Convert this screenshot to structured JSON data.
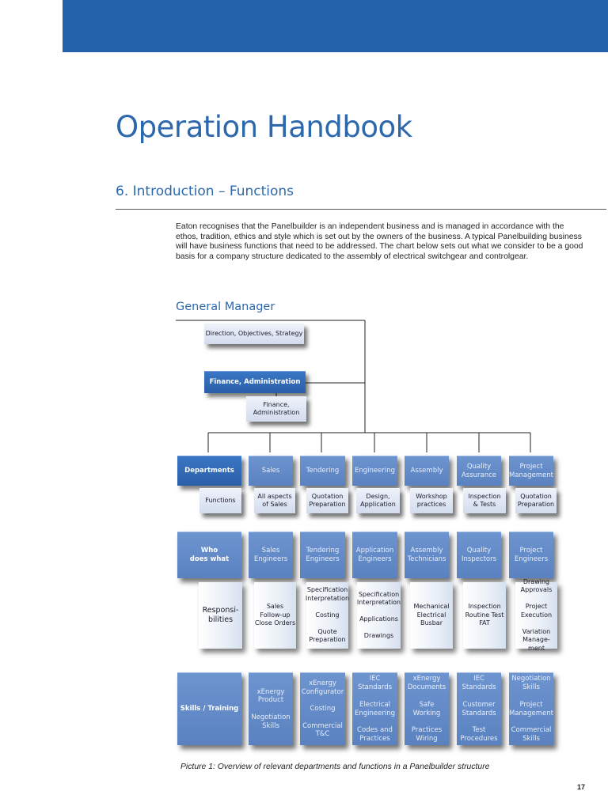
{
  "header": {
    "band_color": "#2363ac"
  },
  "title": "Operation Handbook",
  "section": "6. Introduction – Functions",
  "intro": "Eaton recognises that the Panelbuilder is an independent business and is managed in accordance with the ethos, tradition, ethics and style which is set out by the owners of the business. A typical Panelbuilding business will have business functions that need to be addressed. The chart below sets out what we consider to be a good basis for a company structure dedicated to the assembly of electrical switchgear and controlgear.",
  "chart": {
    "general_manager": "General Manager",
    "gm_box": "Direction, Objectives, Strategy",
    "finance_header": "Finance, Administration",
    "finance_box": "Finance,\nAdministration",
    "row_labels": {
      "departments": "Departments",
      "functions": "Functions",
      "who": "Who\ndoes what",
      "responsibilities": "Responsi-\nbilities",
      "skills": "Skills / Training"
    },
    "columns": [
      {
        "dept": "Sales",
        "function": "All aspects\nof Sales",
        "who": "Sales\nEngineers",
        "resp": "Sales\nFollow-up\nClose Orders",
        "skills": "xEnergy\nProduct\n\nNegotiation\nSkills"
      },
      {
        "dept": "Tendering",
        "function": "Quotation\nPreparation",
        "who": "Tendering\nEngineers",
        "resp": "Specification\nInterpretation\n\nCosting\n\nQuote\nPreparation",
        "skills": "xEnergy\nConfigurator\n\nCosting\n\nCommercial\nT&C"
      },
      {
        "dept": "Engineering",
        "function": "Design,\nApplication",
        "who": "Application\nEngineers",
        "resp": "Specification\nInterpretation\n\nApplications\n\nDrawings",
        "skills": "IEC\nStandards\n\nElectrical\nEngineering\n\nCodes and\nPractices"
      },
      {
        "dept": "Assembly",
        "function": "Workshop\npractices",
        "who": "Assembly\nTechnicians",
        "resp": "Mechanical\nElectrical\nBusbar",
        "skills": "xEnergy\nDocuments\n\nSafe Working\n\nPractices\nWiring"
      },
      {
        "dept": "Quality\nAssurance",
        "function": "Inspection\n& Tests",
        "who": "Quality\nInspectors",
        "resp": "Inspection\nRoutine Test\nFAT",
        "skills": "IEC\nStandards\n\nCustomer\nStandards\n\nTest\nProcedures"
      },
      {
        "dept": "Project\nManagement",
        "function": "Quotation\nPreparation",
        "who": "Project\nEngineers",
        "resp": "Drawing\nApprovals\n\nProject\nExecution\n\nVariation\nManage-\nment",
        "skills": "Negotiation\nSkills\n\nProject\nManagement\n\nCommercial\nSkills"
      }
    ]
  },
  "caption": "Picture 1: Overview of relevant departments and functions in a Panelbuilder structure",
  "page_number": "17"
}
